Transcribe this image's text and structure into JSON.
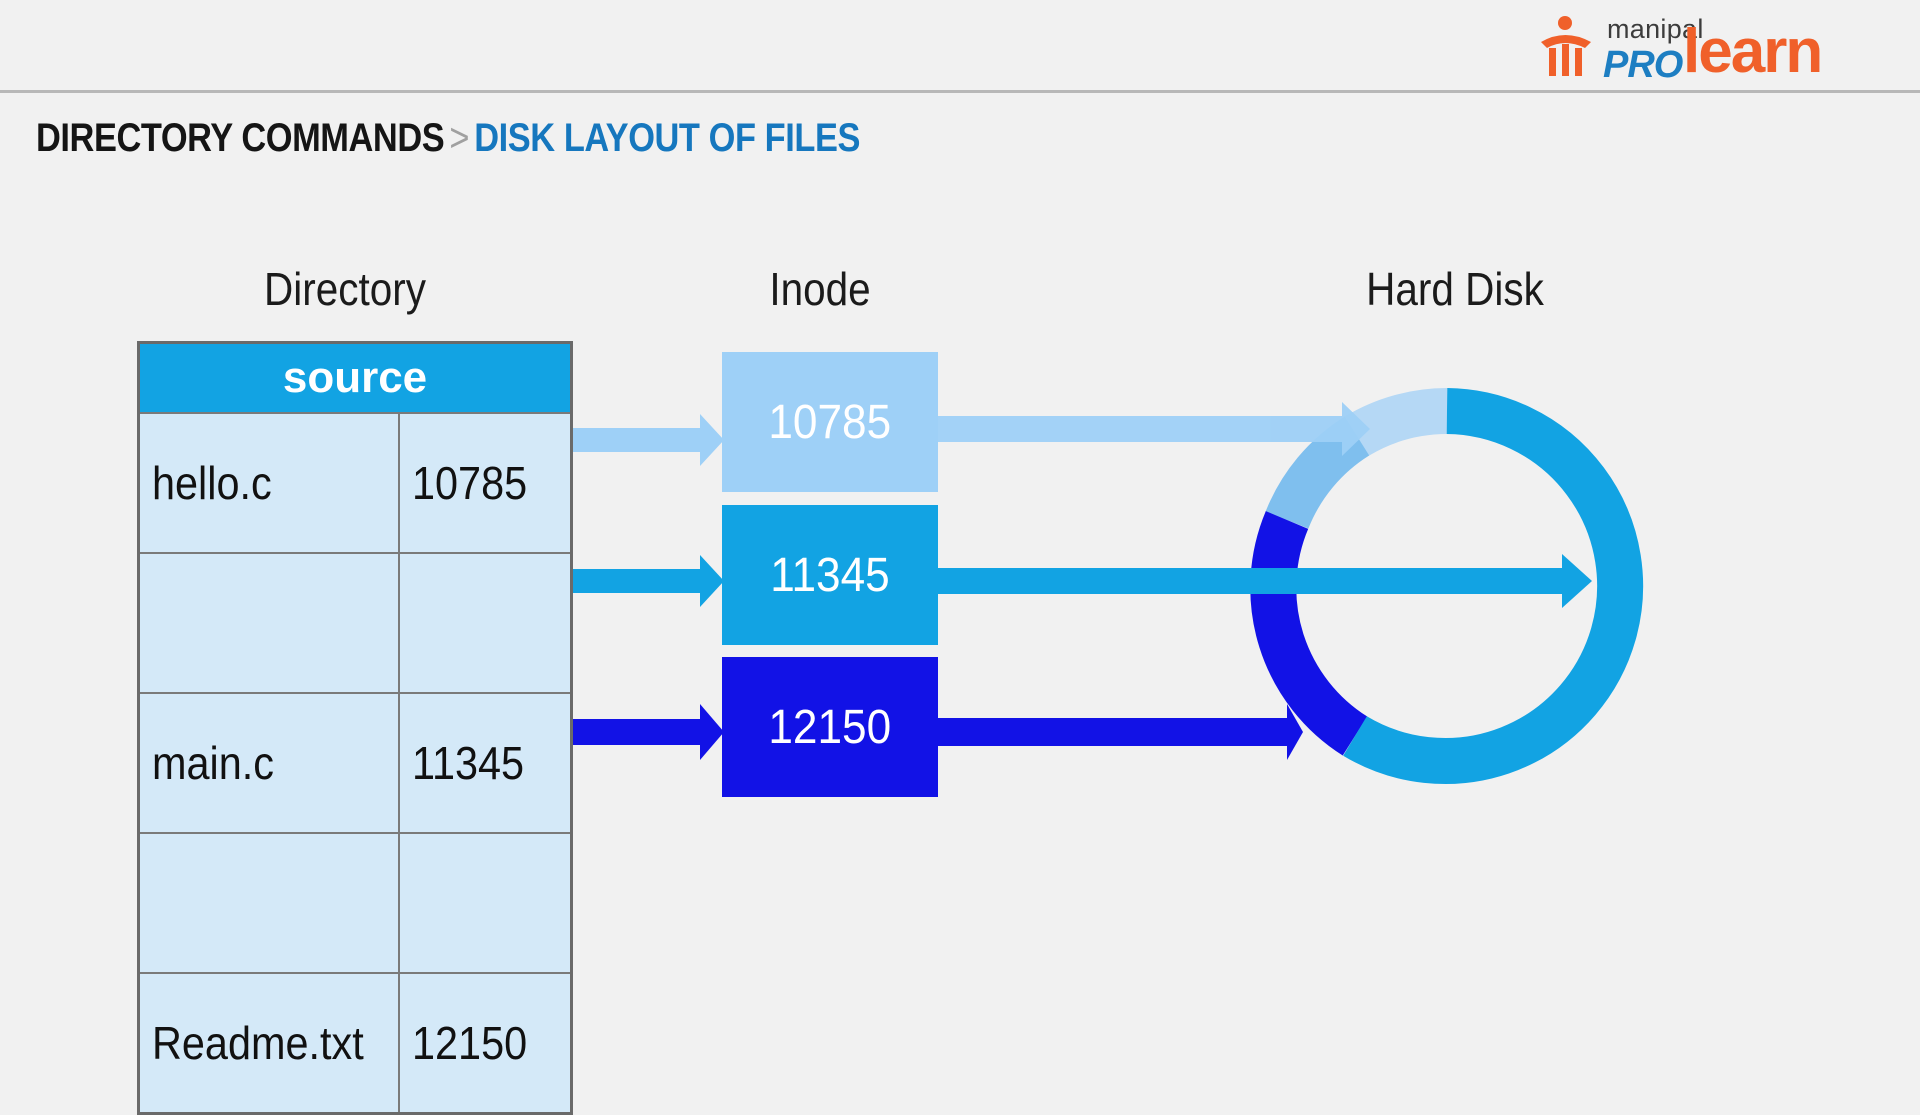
{
  "logo": {
    "top_text": "manipal",
    "pro_text": "PRO",
    "learn_text": "learn",
    "icon": "manipal-person-icon"
  },
  "breadcrumb": {
    "root": "DIRECTORY COMMANDS",
    "separator": ">",
    "current": "DISK LAYOUT OF FILES"
  },
  "headings": {
    "directory": "Directory",
    "inode": "Inode",
    "hard_disk": "Hard Disk"
  },
  "directory_table": {
    "header": "source",
    "rows": [
      {
        "name": "hello.c",
        "inode": "10785"
      },
      {
        "name": "",
        "inode": ""
      },
      {
        "name": "main.c",
        "inode": "11345"
      },
      {
        "name": "",
        "inode": ""
      },
      {
        "name": "Readme.txt",
        "inode": "12150"
      }
    ]
  },
  "inodes": [
    {
      "number": "10785",
      "color": "#9ed0f7"
    },
    {
      "number": "11345",
      "color": "#12a3e3"
    },
    {
      "number": "12150",
      "color": "#1212e6"
    }
  ],
  "colors": {
    "background": "#f1f1f1",
    "header_blue": "#12a3e3",
    "light_blue": "#9ed0f7",
    "mid_blue": "#12a3e3",
    "dark_blue": "#1212e6",
    "table_cell": "#d4e9f8",
    "breadcrumb_current": "#1677be",
    "logo_orange": "#f0602a",
    "logo_blue": "#1d7ec2"
  },
  "disk_segments": [
    {
      "file": "hello.c",
      "color": "#b5d8f5"
    },
    {
      "file": "hello.c",
      "color": "#7fbfee"
    },
    {
      "file": "main.c",
      "color": "#12a3e3"
    },
    {
      "file": "Readme.txt",
      "color": "#1212e6"
    }
  ]
}
